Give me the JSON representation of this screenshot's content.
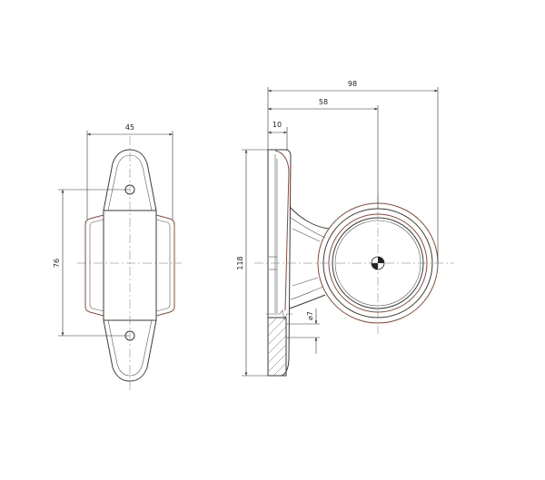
{
  "dimensions": {
    "front_width": "45",
    "front_height": "76",
    "side_total_width": "98",
    "side_center_offset": "58",
    "base_thickness": "10",
    "side_height": "118",
    "hole_diameter": "⌀7"
  }
}
